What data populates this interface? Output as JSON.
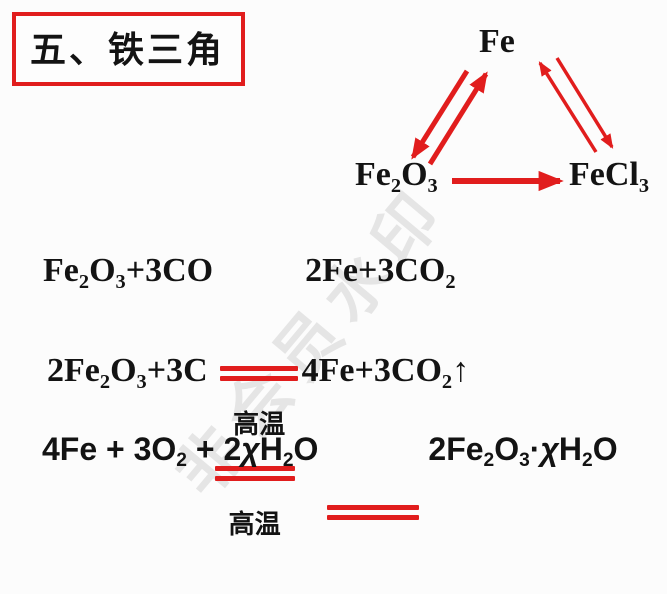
{
  "title": {
    "label": "五、铁三角"
  },
  "colors": {
    "red": "#e11d1d",
    "text": "#161616",
    "watermark": "#c6c6c6",
    "background": "#fcfcfc"
  },
  "watermark": {
    "text": "非会员水印"
  },
  "triangle": {
    "nodes": {
      "fe": {
        "formula": [
          {
            "t": "Fe"
          }
        ]
      },
      "fe2o3": {
        "formula": [
          {
            "t": "Fe"
          },
          {
            "sub": "2"
          },
          {
            "t": "O"
          },
          {
            "sub": "3"
          }
        ]
      },
      "fecl3": {
        "formula": [
          {
            "t": "FeCl"
          },
          {
            "sub": "3"
          }
        ]
      }
    },
    "arrows": [
      {
        "from": "Fe",
        "to": "Fe2O3",
        "style": "thick"
      },
      {
        "from": "Fe2O3",
        "to": "Fe",
        "style": "thick"
      },
      {
        "from": "FeCl3",
        "to": "Fe",
        "style": "thin"
      },
      {
        "from": "Fe",
        "to": "FeCl3",
        "style": "thin"
      },
      {
        "from": "Fe2O3",
        "to": "FeCl3",
        "style": "thick"
      }
    ]
  },
  "equations": [
    {
      "left": [
        {
          "t": "Fe"
        },
        {
          "sub": "2"
        },
        {
          "t": "O"
        },
        {
          "sub": "3"
        },
        {
          "t": "+3CO"
        }
      ],
      "condition": "高温",
      "right": [
        {
          "t": "2Fe+3CO"
        },
        {
          "sub": "2"
        }
      ]
    },
    {
      "left": [
        {
          "t": "2Fe"
        },
        {
          "sub": "2"
        },
        {
          "t": "O"
        },
        {
          "sub": "3"
        },
        {
          "t": "+3C"
        }
      ],
      "condition": "高温",
      "right": [
        {
          "t": "4Fe+3CO"
        },
        {
          "sub": "2"
        },
        {
          "t": "↑"
        }
      ]
    },
    {
      "left": [
        {
          "t": "4Fe + 3O"
        },
        {
          "sub": "2"
        },
        {
          "t": " + 2"
        },
        {
          "i": "χ"
        },
        {
          "t": "H"
        },
        {
          "sub": "2"
        },
        {
          "t": "O"
        }
      ],
      "condition": "",
      "right": [
        {
          "t": "2Fe"
        },
        {
          "sub": "2"
        },
        {
          "t": "O"
        },
        {
          "sub": "3"
        },
        {
          "t": "·"
        },
        {
          "i": "χ"
        },
        {
          "t": "H"
        },
        {
          "sub": "2"
        },
        {
          "t": "O"
        }
      ]
    }
  ]
}
